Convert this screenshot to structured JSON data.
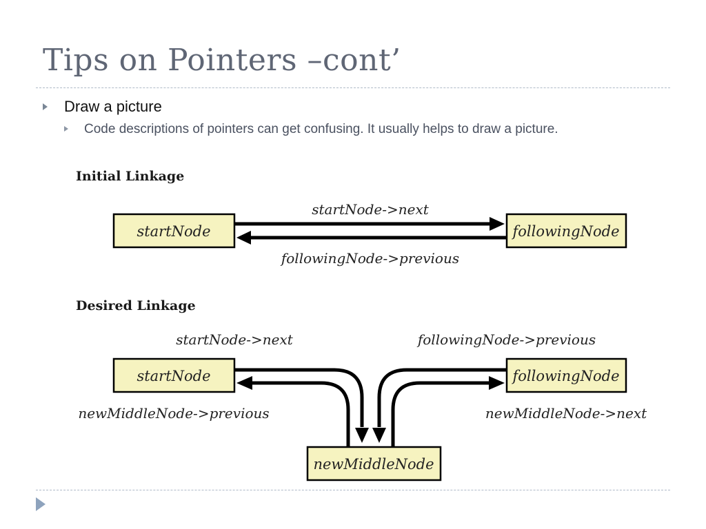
{
  "slide": {
    "title": "Tips on Pointers –cont’",
    "bullet_main": "Draw a picture",
    "bullet_sub": "Code descriptions of pointers can get confusing. It usually helps to draw a picture."
  },
  "diagram": {
    "initial": {
      "heading": "Initial Linkage",
      "left_node": "startNode",
      "right_node": "followingNode",
      "top_pointer": "startNode->next",
      "bottom_pointer": "followingNode->previous"
    },
    "desired": {
      "heading": "Desired Linkage",
      "left_node": "startNode",
      "right_node": "followingNode",
      "middle_node": "newMiddleNode",
      "label_left_top": "startNode->next",
      "label_right_top": "followingNode->previous",
      "label_left_bottom": "newMiddleNode->previous",
      "label_right_bottom": "newMiddleNode->next"
    }
  },
  "colors": {
    "title": "#5f6675",
    "node_fill": "#f6f3c0",
    "rule": "#aeb9c7",
    "nav": "#8ea3bd"
  },
  "icons": {
    "bullet": "triangle-right-icon",
    "nav": "triangle-right-icon"
  }
}
